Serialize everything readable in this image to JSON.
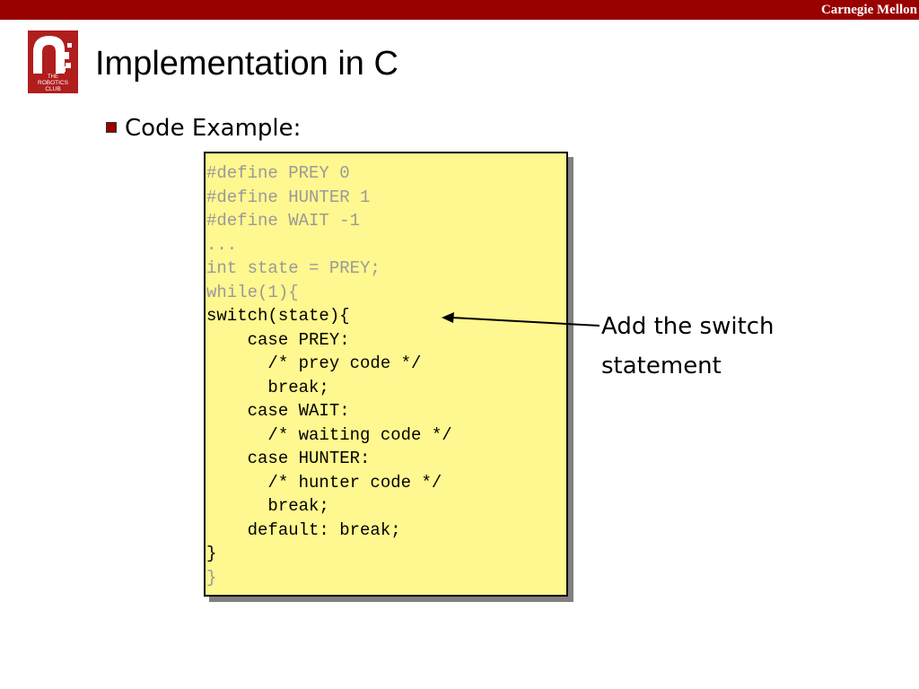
{
  "header": {
    "org_name": "Carnegie Mellon"
  },
  "logo": {
    "line1": "THE",
    "line2": "ROBOTICS",
    "line3": "CLUB"
  },
  "slide": {
    "title": "Implementation in C",
    "bullet": "Code Example:"
  },
  "code_lines": [
    {
      "text": "#define PREY 0",
      "style": "dim"
    },
    {
      "text": "#define HUNTER 1",
      "style": "dim"
    },
    {
      "text": "#define WAIT -1",
      "style": "dim"
    },
    {
      "text": "...",
      "style": "dim"
    },
    {
      "text": "int state = PREY;",
      "style": "dim"
    },
    {
      "text": "while(1){",
      "style": "dim"
    },
    {
      "text": "switch(state){",
      "style": "active"
    },
    {
      "text": "    case PREY:",
      "style": "active"
    },
    {
      "text": "      /* prey code */",
      "style": "active"
    },
    {
      "text": "      break;",
      "style": "active"
    },
    {
      "text": "    case WAIT:",
      "style": "active"
    },
    {
      "text": "      /* waiting code */",
      "style": "active"
    },
    {
      "text": "    case HUNTER:",
      "style": "active"
    },
    {
      "text": "      /* hunter code */",
      "style": "active"
    },
    {
      "text": "      break;",
      "style": "active"
    },
    {
      "text": "    default: break;",
      "style": "active"
    },
    {
      "text": "}",
      "style": "active"
    },
    {
      "text": "}",
      "style": "dim"
    }
  ],
  "annotation": {
    "line1": "Add the switch",
    "line2": "statement"
  },
  "colors": {
    "brand": "#990000",
    "code_background": "#fff78f",
    "dim_code": "#9a9a9a"
  }
}
